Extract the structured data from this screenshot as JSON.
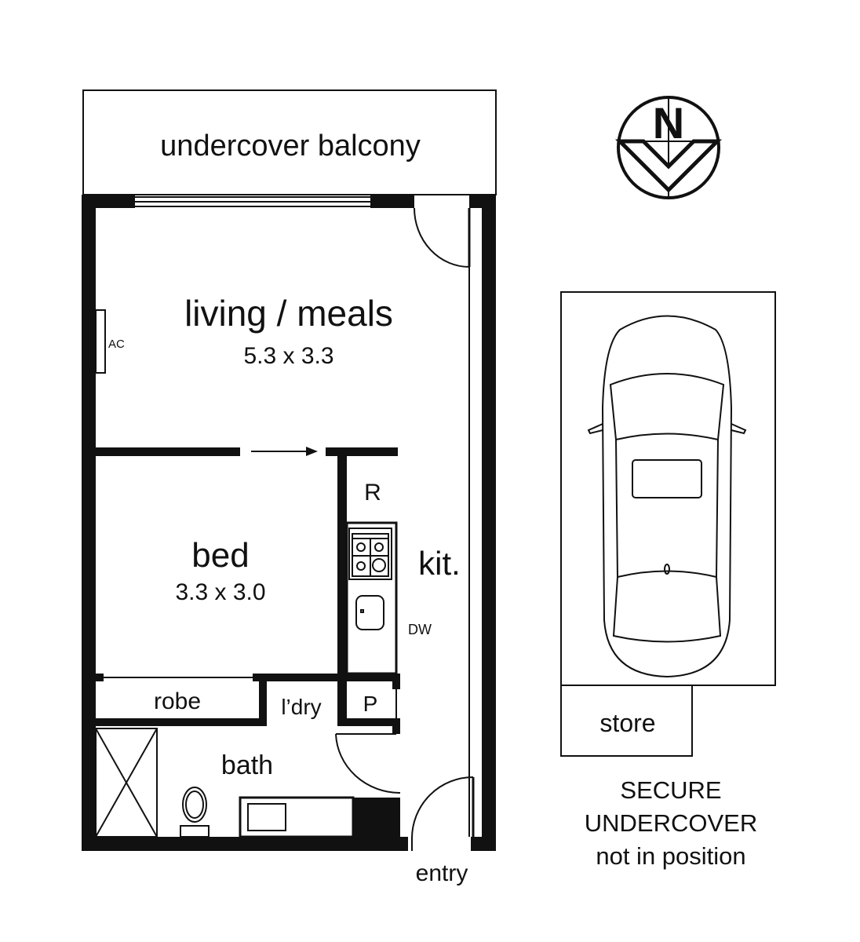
{
  "rooms": {
    "balcony": "undercover balcony",
    "living": "living / meals",
    "living_dims": "5.3 x 3.3",
    "bed": "bed",
    "bed_dims": "3.3 x 3.0",
    "kitchen": "kit.",
    "robe": "robe",
    "laundry": "l’dry",
    "pantry": "P",
    "bath": "bath",
    "entry": "entry",
    "store": "store"
  },
  "fixtures": {
    "ac": "AC",
    "refrigerator": "R",
    "dishwasher": "DW"
  },
  "compass": {
    "label": "N"
  },
  "parking": {
    "line1": "SECURE",
    "line2": "UNDERCOVER",
    "line3": "not in position"
  }
}
